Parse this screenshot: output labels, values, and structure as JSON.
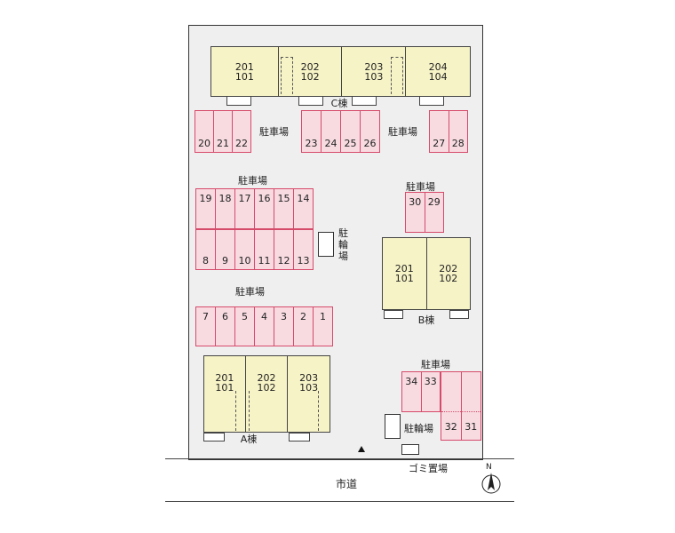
{
  "labels": {
    "parking": "駐車場",
    "bike_parking": "駐輪場",
    "garbage": "ゴミ置場",
    "road": "市道",
    "north": "N"
  },
  "building_c": {
    "name": "C棟",
    "units": [
      "201\n101",
      "202\n102",
      "203\n103",
      "204\n104"
    ]
  },
  "building_b": {
    "name": "B棟",
    "units": [
      "201\n101",
      "202\n102"
    ]
  },
  "building_a": {
    "name": "A棟",
    "units": [
      "201\n101",
      "202\n102",
      "203\n103"
    ]
  },
  "parking": {
    "row_20_22": [
      "20",
      "21",
      "22"
    ],
    "row_23_26": [
      "23",
      "24",
      "25",
      "26"
    ],
    "row_27_28": [
      "27",
      "28"
    ],
    "row_30_29": [
      "30",
      "29"
    ],
    "row_upper": [
      "19",
      "18",
      "17",
      "16",
      "15",
      "14"
    ],
    "row_lower": [
      "8",
      "9",
      "10",
      "11",
      "12",
      "13"
    ],
    "row_1_7": [
      "7",
      "6",
      "5",
      "4",
      "3",
      "2",
      "1"
    ],
    "row_34_33": [
      "34",
      "33"
    ],
    "row_32_31": [
      "32",
      "31"
    ]
  },
  "colors": {
    "building_fill": "#f6f3c6",
    "parking_fill": "#f7dbe1",
    "parking_border": "#d64a6a",
    "site_fill": "#efefef"
  }
}
